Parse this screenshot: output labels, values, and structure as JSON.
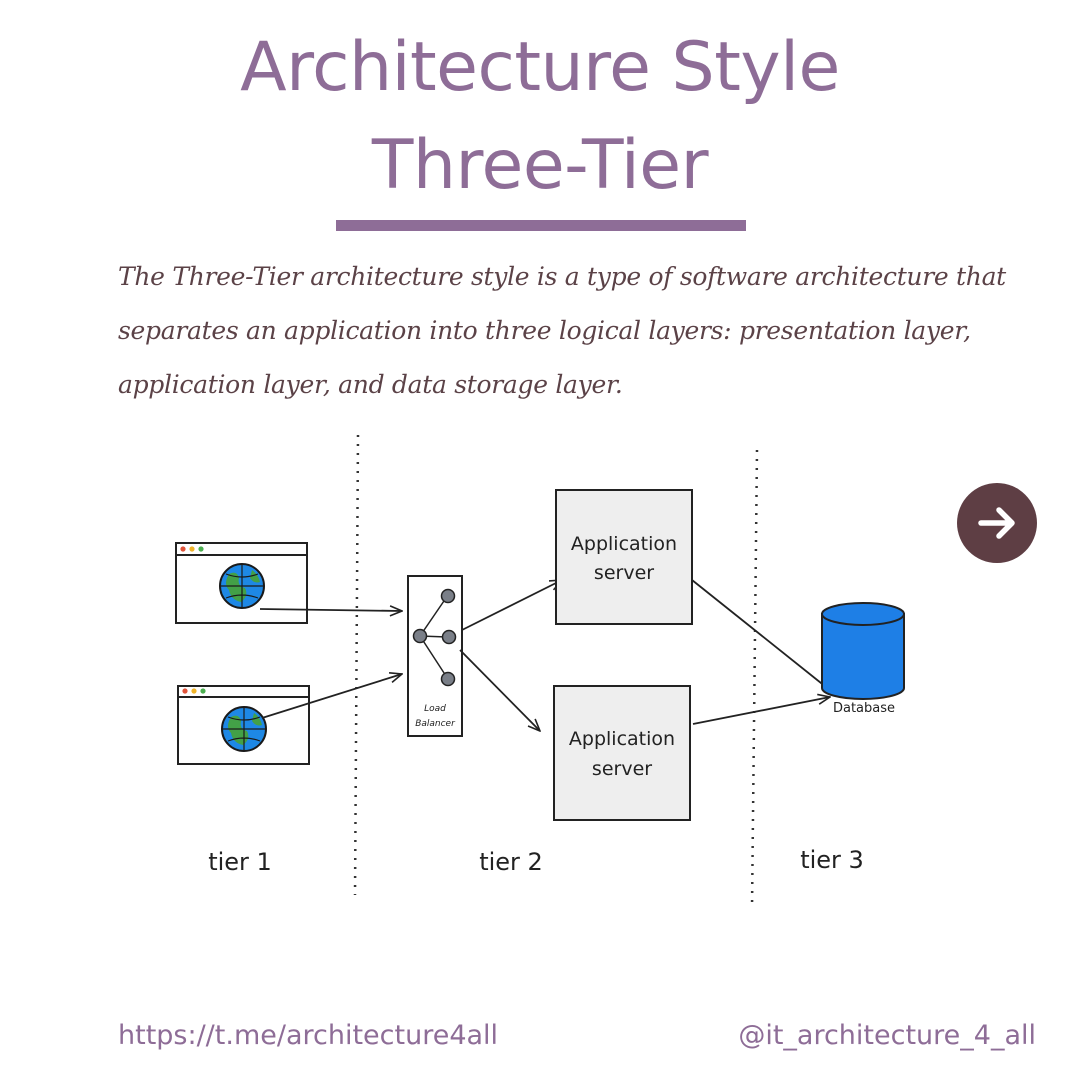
{
  "header": {
    "title_line1": "Architecture Style",
    "title_line2": "Three-Tier"
  },
  "description": "The Three-Tier architecture style is a type of software architecture that separates an application into three logical layers: presentation layer, application layer, and data storage layer.",
  "diagram": {
    "load_balancer_line1": "Load",
    "load_balancer_line2": "Balancer",
    "app_server_line1": "Application",
    "app_server_line2": "server",
    "database_label": "Database",
    "tier1_label": "tier 1",
    "tier2_label": "tier 2",
    "tier3_label": "tier 3",
    "database_color": "#1e7fe6",
    "box_fill": "#eeeeee"
  },
  "nav": {
    "next_icon": "arrow-right-icon"
  },
  "footer": {
    "link": "https://t.me/architecture4all",
    "handle": "@it_architecture_4_all"
  },
  "colors": {
    "accent": "#8e6d97",
    "description_text": "#5b4247",
    "button": "#5e3e44"
  }
}
